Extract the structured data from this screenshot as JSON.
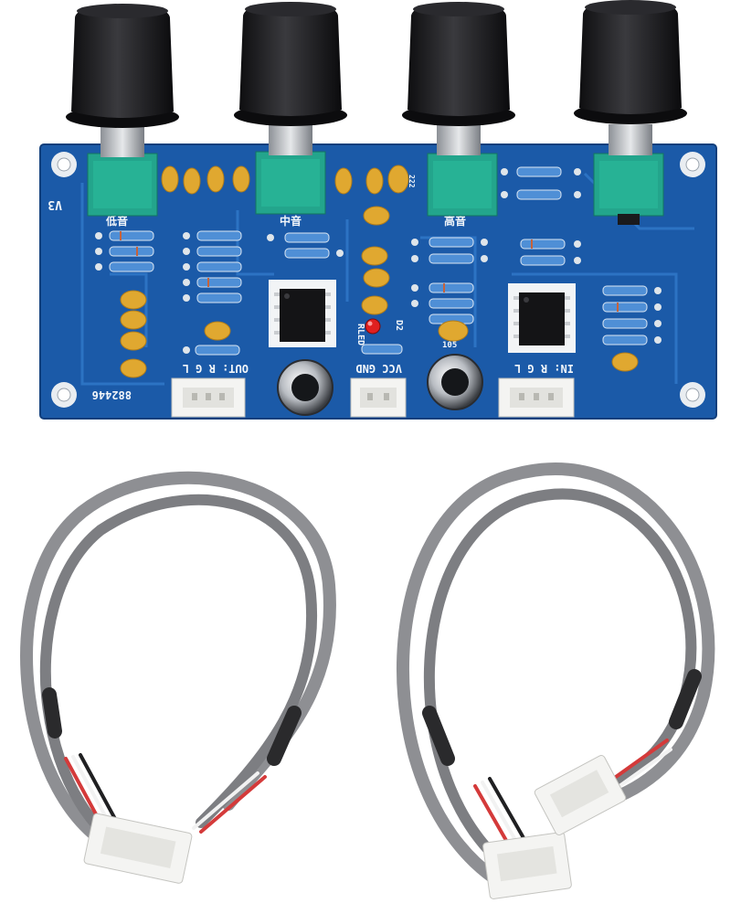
{
  "board": {
    "version": "V3",
    "serial": "882446",
    "out_label": "OUT: R  G  L",
    "power_label": "VCC  GND",
    "in_label": "IN: R  G  L",
    "led_label": "RLED",
    "diode_label": "D2",
    "cap_code_1": "222",
    "cap_code_2": "105",
    "knob_labels": [
      "低音",
      "中音",
      "高音"
    ]
  },
  "colors": {
    "pcb": "#1b5aa8",
    "pcb_trace": "#2f78c8",
    "knob": "#1c1c1e",
    "pot_body": "#23a58c",
    "capacitor": "#e0a830",
    "cable": "#8e8f93",
    "connector": "#f4f4f2"
  }
}
